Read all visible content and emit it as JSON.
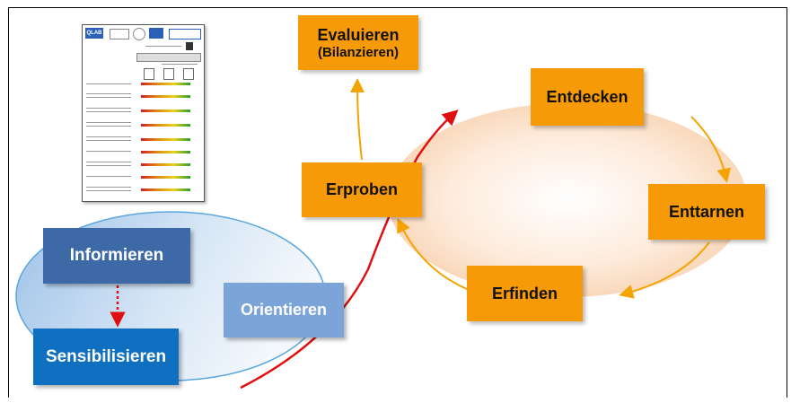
{
  "boxes": {
    "evaluieren": {
      "line1": "Evaluieren",
      "line2": "(Bilanzieren)"
    },
    "entdecken": "Entdecken",
    "enttarnen": "Enttarnen",
    "erfinden": "Erfinden",
    "erproben": "Erproben",
    "orientieren": "Orientieren",
    "informieren": "Informieren",
    "sensibilisieren": "Sensibilisieren"
  },
  "document": {
    "header_logo": "QLAB"
  },
  "colors": {
    "orange_box": "#f79a07",
    "arrow_orange": "#f5a300",
    "arrow_red": "#e01010",
    "blue_dark": "#3d6aa6",
    "blue_mid": "#0f6fc0",
    "blue_light": "#7ba5d9",
    "ellipse_outline": "#5aa7e0"
  }
}
